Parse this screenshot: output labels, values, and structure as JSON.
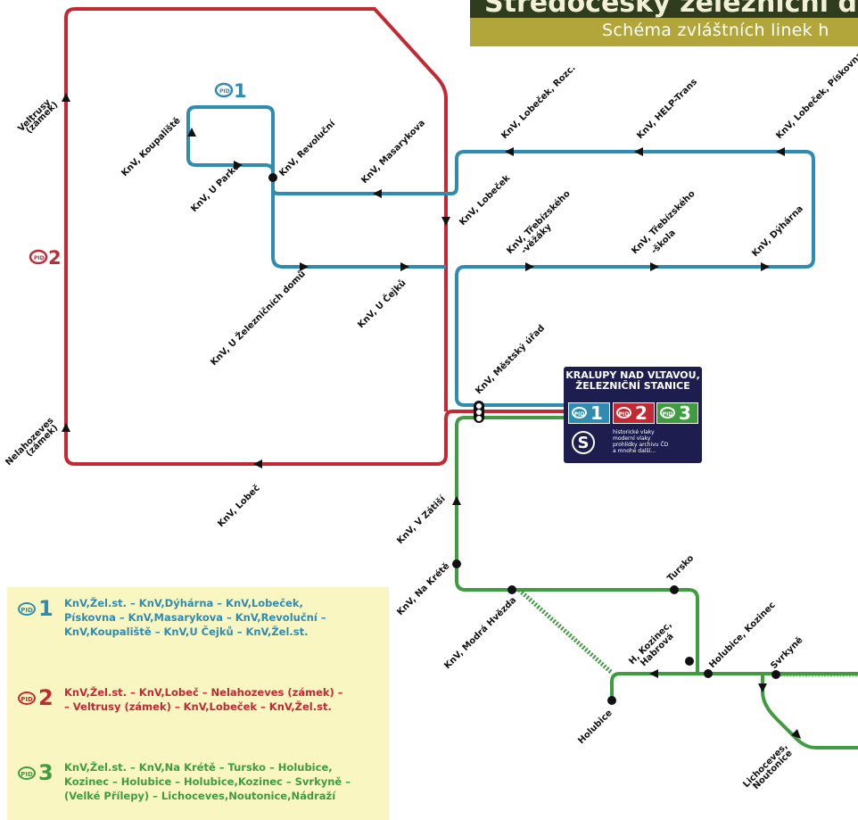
{
  "header": {
    "title": "Středočeský železniční den",
    "subtitle": "Schéma zvláštních linek h"
  },
  "lines": {
    "l1": {
      "number": "1",
      "color": "#2f8cb0"
    },
    "l2": {
      "number": "2",
      "color": "#c22a33"
    },
    "l3": {
      "number": "3",
      "color": "#3f9c3f"
    },
    "pid_text": "PID"
  },
  "stops": {
    "koupaliste": "KnV, Koupaliště",
    "u_parku": "KnV, U Parku",
    "revolucni": "KnV, Revoluční",
    "masarykova": "KnV, Masarykova",
    "lobecek_rozc": "KnV, Lobeček, Rozc.",
    "help_trans": "KnV, HELP-Trans",
    "lobecek_piskovna": "KnV, Lobeček, Pískovna",
    "lobecek": "KnV, Lobeček",
    "trebizskeho_vezaky_1": "KnV, Třebízského",
    "trebizskeho_vezaky_2": "-věžáky",
    "trebizskeho_skola_1": "KnV, Třebízského",
    "trebizskeho_skola_2": "-škola",
    "dyharna": "KnV, Dýhárna",
    "u_zeleznicnich_domu": "KnV, U Železničních domů",
    "u_cejku": "KnV, U Čejků",
    "mestsky_urad": "KnV, Městský úřad",
    "veltrusy_1": "Veltrusy",
    "veltrusy_2": "(zámek)",
    "nelahozeves_1": "Nelahozeves",
    "nelahozeves_2": "(zámek)",
    "lobec": "KnV, Lobeč",
    "v_zatisi": "KnV, V Zátiší",
    "na_krete": "KnV, Na Krétě",
    "modra_hvezda": "KnV, Modrá Hvězda",
    "tursko": "Tursko",
    "h_kozinec_1": "H, Kozinec,",
    "h_kozinec_2": "Habrová",
    "holubice_kozinec": "Holubice, Kozinec",
    "holubice": "Holubice",
    "svrkyne": "Svrkyně",
    "lichoceves_1": "Lichoceves,",
    "lichoceves_2": "Noutonice"
  },
  "station": {
    "title_line1": "KRALUPY NAD VLTAVOU,",
    "title_line2": "ŽELEZNIČNÍ STANICE",
    "s_symbol": "S",
    "description": "historické vlaky\nmoderní vlaky\nprohlídky archivu ČD\na mnohé další..."
  },
  "legend": [
    {
      "number": "1",
      "color": "#2f8cb0",
      "text": "KnV,Žel.st. – KnV,Dýhárna – KnV,Lobeček,\nPískovna – KnV,Masarykova – KnV,Revoluční –\nKnV,Koupaliště – KnV,U Čejků – KnV,Žel.st."
    },
    {
      "number": "2",
      "color": "#c22a33",
      "text": "KnV,Žel.st. – KnV,Lobeč – Nelahozeves (zámek) –\n– Veltrusy (zámek) – KnV,Lobeček – KnV,Žel.st."
    },
    {
      "number": "3",
      "color": "#3f9c3f",
      "text": "KnV,Žel.st. – KnV,Na Krétě – Tursko – Holubice,\nKozinec – Holubice – Holubice,Kozinec – Svrkyně –\n(Velké Přílepy) – Lichoceves,Noutonice,Nádraží"
    }
  ]
}
